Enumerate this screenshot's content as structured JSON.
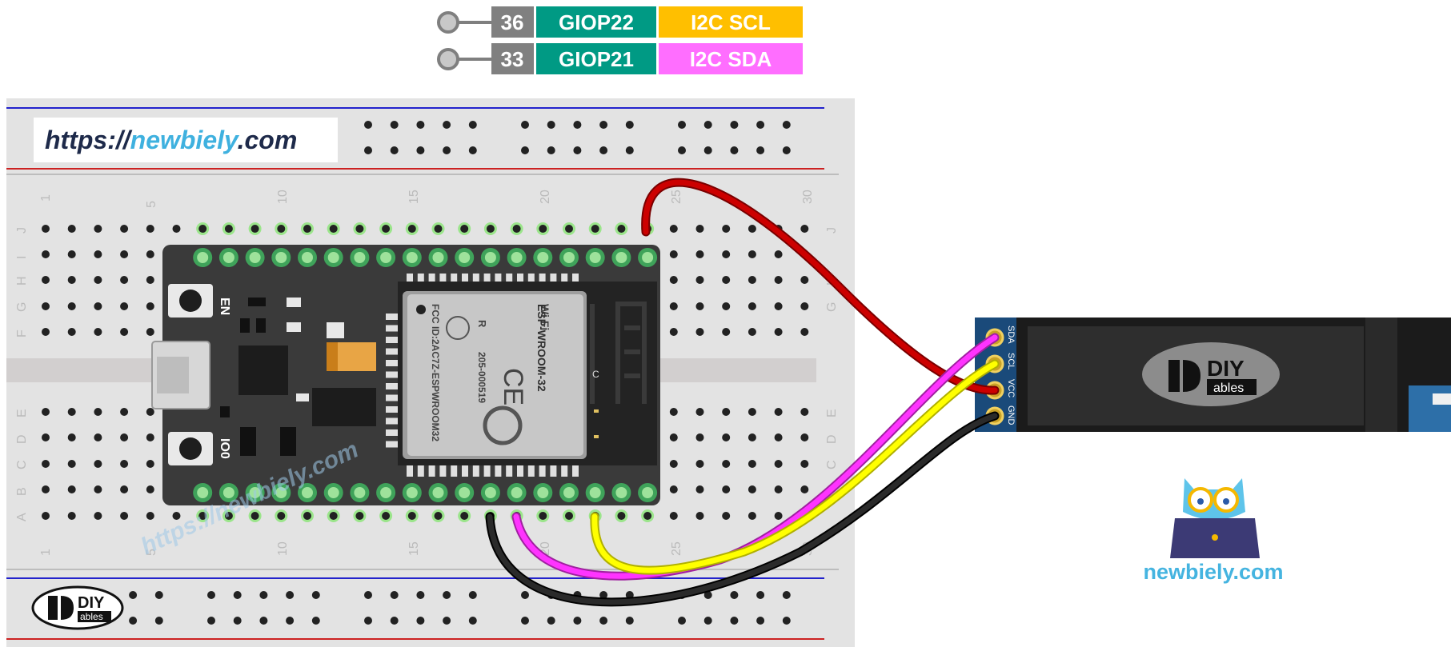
{
  "pin_legend": [
    {
      "pin_number": "36",
      "gpio": "GIOP22",
      "function": "I2C SCL",
      "function_color": "#FFBF00"
    },
    {
      "pin_number": "33",
      "gpio": "GIOP21",
      "function": "I2C SDA",
      "function_color": "#FF6EFF"
    }
  ],
  "colors": {
    "pin_number_bg": "#808080",
    "gpio_bg": "#009A84",
    "breadboard": "#E3E3E3",
    "board": "#3A3A3A",
    "wire_vcc": "#CC0000",
    "wire_gnd": "#111111",
    "wire_sda": "#FF33FF",
    "wire_scl": "#FFFF00",
    "link_dark": "#1E2A4A",
    "link_accent": "#3FB1DF"
  },
  "url_box": {
    "prefix": "https://",
    "name": "newbiely",
    "suffix": ".com"
  },
  "breadboard": {
    "column_numbers": [
      "1",
      "5",
      "10",
      "15",
      "20",
      "25",
      "30"
    ],
    "rows_top": [
      "J",
      "I",
      "H",
      "G",
      "F"
    ],
    "rows_bottom": [
      "E",
      "D",
      "C",
      "B",
      "A"
    ]
  },
  "esp32": {
    "label_en": "EN",
    "label_io0": "IO0",
    "module_line1": "ESP-WROOM-32",
    "module_line2": "205-000519",
    "module_line3": "FCC ID:2AC7Z-ESPWROOM32",
    "wifi_text": "Wi Fi",
    "letter_r": "R",
    "letter_ce": "CE",
    "antenna_c": "C"
  },
  "watermark": "https://newbiely.com",
  "oled": {
    "pins": [
      "SDA",
      "SCL",
      "VCC",
      "GND"
    ],
    "logo_main": "DIY",
    "logo_sub": "ables"
  },
  "diyables_logo": {
    "main": "DIY",
    "sub": "ables"
  },
  "site": "newbiely.com"
}
